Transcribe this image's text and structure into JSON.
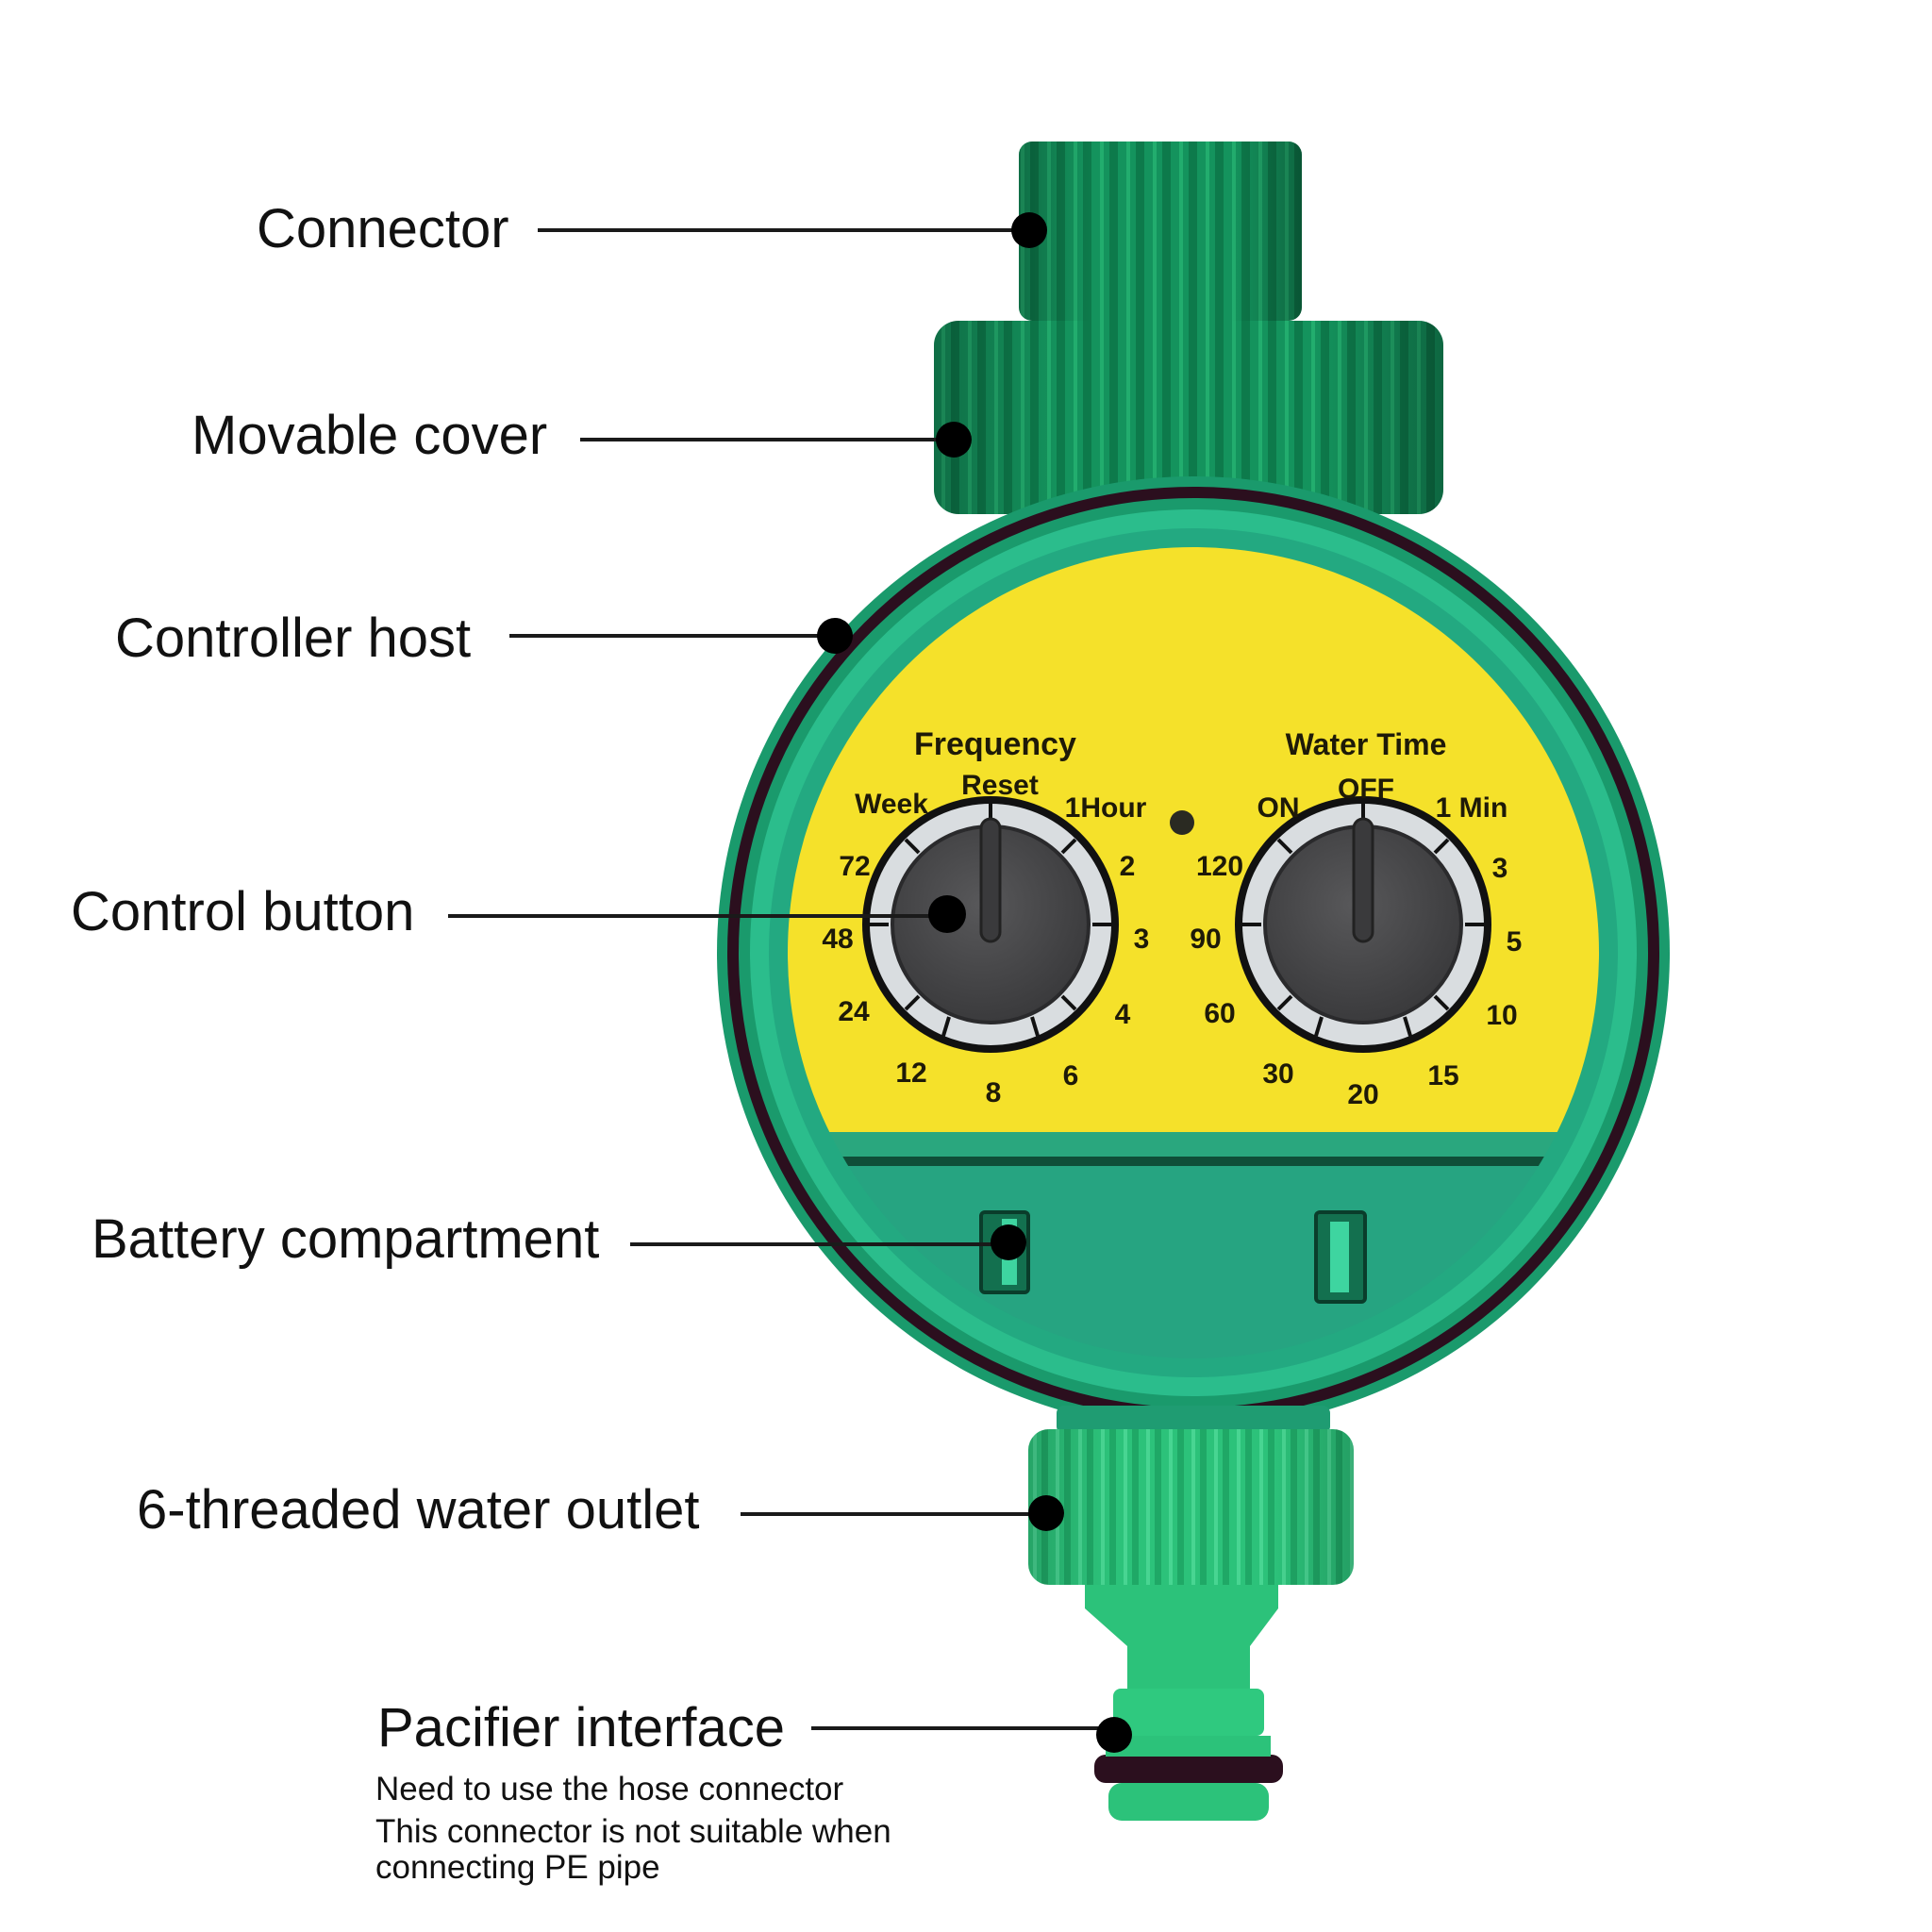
{
  "product": "Garden water timer",
  "colors": {
    "body_green": "#1ea37a",
    "cap_green": "#14935d",
    "bright_green": "#2cc27a",
    "face_yellow": "#f5e12a",
    "knob_gray": "#454547",
    "ring_light": "#d9dde0",
    "gasket_dark": "#2b0f1e",
    "text": "#111111"
  },
  "callouts": [
    {
      "id": "connector",
      "label": "Connector"
    },
    {
      "id": "movable-cover",
      "label": "Movable cover"
    },
    {
      "id": "controller-host",
      "label": "Controller host"
    },
    {
      "id": "control-button",
      "label": "Control button"
    },
    {
      "id": "battery-compartment",
      "label": "Battery compartment"
    },
    {
      "id": "water-outlet",
      "label": "6-threaded water outlet"
    },
    {
      "id": "pacifier-interface",
      "label": "Pacifier interface"
    }
  ],
  "pacifier_notes": [
    "Need to use the hose connector",
    "This connector is not suitable when",
    "connecting PE pipe"
  ],
  "frequency_dial": {
    "title": "Frequency",
    "top_label": "Reset",
    "left_label": "Week",
    "right_label": "1Hour",
    "scale_right": [
      "2",
      "3",
      "4",
      "6"
    ],
    "scale_bottom": "8",
    "scale_left": [
      "12",
      "24",
      "48",
      "72"
    ]
  },
  "water_time_dial": {
    "title": "Water Time",
    "top_label": "OFF",
    "left_label": "ON",
    "right_label": "1 Min",
    "scale_right": [
      "3",
      "5",
      "10",
      "15"
    ],
    "scale_bottom": "20",
    "scale_left": [
      "30",
      "60",
      "90",
      "120"
    ]
  }
}
